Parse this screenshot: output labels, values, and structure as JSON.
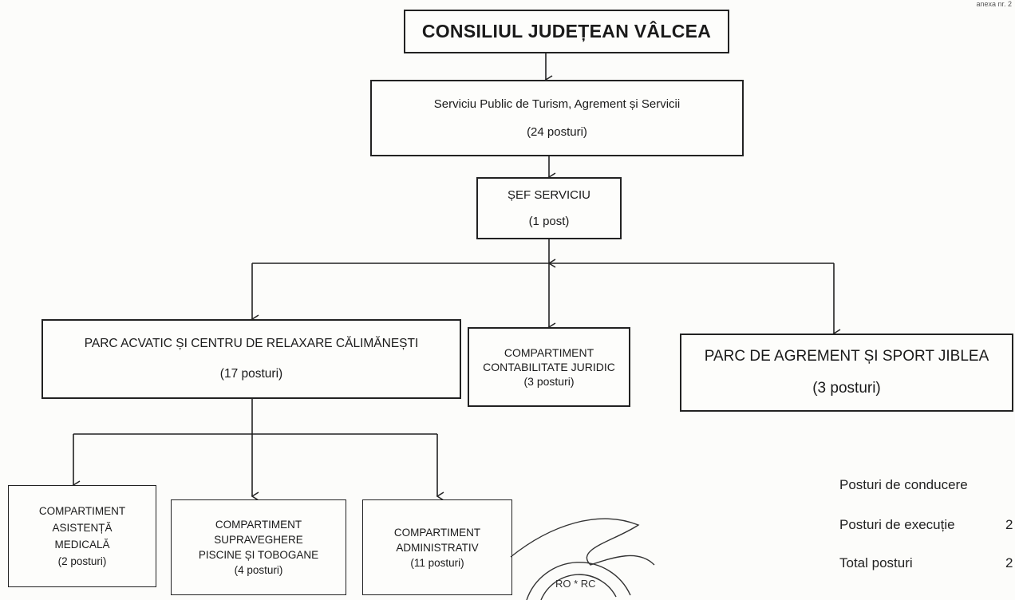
{
  "corner_note": "anexa nr. 2",
  "org_chart": {
    "root": {
      "title": "CONSILIUL JUDEȚEAN VÂLCEA"
    },
    "service": {
      "title": "Serviciu Public de Turism, Agrement și Servicii",
      "posts": "(24 posturi)"
    },
    "head": {
      "title": "ȘEF SERVICIU",
      "posts": "(1 post)"
    },
    "units": [
      {
        "title": "PARC ACVATIC ȘI CENTRU DE RELAXARE CĂLIMĂNEȘTI",
        "posts": "(17 posturi)"
      },
      {
        "title_line1": "COMPARTIMENT",
        "title_line2": "CONTABILITATE JURIDIC",
        "posts": "(3 posturi)"
      },
      {
        "title": "PARC DE AGREMENT ȘI SPORT JIBLEA",
        "posts": "(3 posturi)"
      }
    ],
    "subunits": [
      {
        "title_line1": "COMPARTIMENT",
        "title_line2": "ASISTENȚĂ",
        "title_line3": "MEDICALĂ",
        "posts": "(2 posturi)"
      },
      {
        "title_line1": "COMPARTIMENT",
        "title_line2": "SUPRAVEGHERE",
        "title_line3": "PISCINE ȘI TOBOGANE",
        "posts": "(4 posturi)"
      },
      {
        "title_line1": "COMPARTIMENT",
        "title_line2": "ADMINISTRATIV",
        "posts": "(11 posturi)"
      }
    ]
  },
  "legend": [
    {
      "label": "Posturi de conducere",
      "value": ""
    },
    {
      "label": "Posturi de execuție",
      "value": "2"
    },
    {
      "label": "Total posturi",
      "value": "2"
    }
  ],
  "stamp_text": "RO * RC"
}
